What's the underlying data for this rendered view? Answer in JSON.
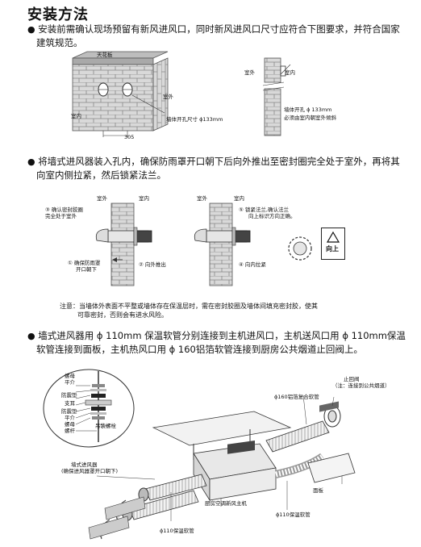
{
  "title": "安装方法",
  "bullet": "●",
  "section1": {
    "text_line1": "安装前需确认现场预留有新风进风口，同时新风进风口尺寸应符合下图要求，并符合国家",
    "text_line2": "建筑规范。",
    "fig_left": {
      "ceiling": "天花板",
      "outdoor": "室外",
      "indoor": "室内",
      "hole": "墙体开孔尺寸 ϕ133mm",
      "dimension": "305"
    },
    "fig_right": {
      "outdoor": "室外",
      "indoor": "室内",
      "hole_line1": "墙体开孔 ϕ 133mm",
      "hole_line2": "必须由室内朝室外倾斜"
    }
  },
  "section2": {
    "text_line1": "将墙式进风器装入孔内，确保防雨罩开口朝下后向外推出至密封圈完全处于室外，再将其",
    "text_line2": "向室内侧拉紧，然后锁紧法兰。",
    "fig_left": {
      "outdoor": "室外",
      "indoor": "室内",
      "step3_line1": "③ 确认密封胶圈",
      "step3_line2": "完全处于室外",
      "step1_line1": "① 确保防雨罩",
      "step1_line2": "开口朝下",
      "step2": "② 向外推出"
    },
    "fig_right": {
      "outdoor": "室外",
      "indoor": "室内",
      "step5_line1": "⑤ 锁紧法兰,确认法兰",
      "step5_line2": "向上标识方向正确。",
      "step4": "④ 向内拉紧",
      "up_label": "向上"
    },
    "note_line1": "注意：当墙体外表面不平整或墙体存在保温层时，需在密封胶圈及墙体间填充密封胶，使其",
    "note_line2": "可靠密封，否则会有进水风险。"
  },
  "section3": {
    "text_line1": "墙式进风器用 ϕ 110mm 保温软管分别连接到主机进风口，主机送风口用 ϕ 110mm保温",
    "text_line2": "软管连接到面板，主机热风口用 ϕ 160铝箔软管连接到厨房公共烟道止回阀上。",
    "inset_labels": [
      "螺母",
      "平介",
      "防震垫",
      "支耳",
      "防震垫",
      "平介",
      "螺母",
      "螺杆"
    ],
    "hanger": "吊装螺栓",
    "check_valve_line1": "止回阀",
    "check_valve_line2": "（注：连接到公共烟道）",
    "foil_duct": "ϕ160铝箔复合软管",
    "wall_inlet_line1": "墙式进风器",
    "wall_inlet_line2": "(确保进风器罩开口朝下)",
    "main_unit": "厨房空调新风主机",
    "panel": "面板",
    "hose_right": "ϕ110保温软管",
    "hose_bottom": "ϕ110保温软管"
  }
}
